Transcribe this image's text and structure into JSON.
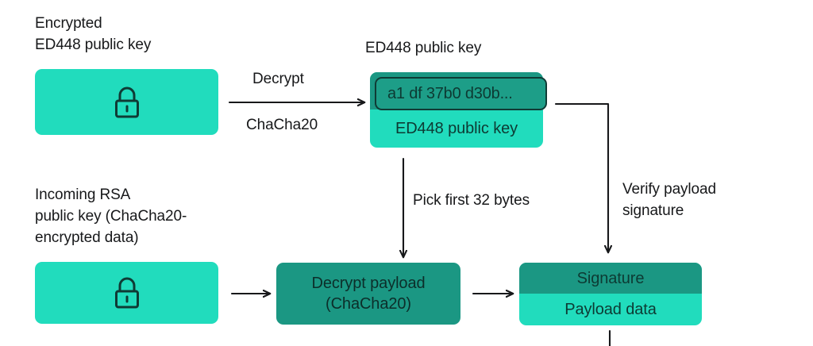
{
  "diagram": {
    "title": "ED448 key decryption and payload signature verification flow",
    "colors": {
      "teal_light": "#21dcbd",
      "teal_dark": "#1b9783",
      "teal_chip": "#1d9e88",
      "text_dark": "#17181a",
      "text_on_teal": "#0d3a33",
      "stroke": "#17181a",
      "background": "#ffffff"
    },
    "captions": {
      "encrypted_key": "Encrypted\nED448 public key",
      "ed448_public_key": "ED448 public key",
      "incoming_rsa": "Incoming RSA\npublic key (ChaCha20-\nencrypted data)"
    },
    "edge_labels": {
      "decrypt": "Decrypt",
      "chacha20": "ChaCha20",
      "pick_first_32_bytes": "Pick first 32 bytes",
      "verify_payload_signature": "Verify payload\nsignature"
    },
    "nodes": {
      "encrypted_key_box": {
        "icon": "lock-icon",
        "label": ""
      },
      "ed448_stack": {
        "hex_preview": "a1 df 37b0 d30b...",
        "bottom_label": "ED448 public key"
      },
      "incoming_rsa_box": {
        "icon": "lock-icon",
        "label": ""
      },
      "decrypt_payload_box": {
        "label": "Decrypt payload\n(ChaCha20)"
      },
      "signature_stack": {
        "top_label": "Signature",
        "bottom_label": "Payload data"
      }
    },
    "icons": {
      "lock": "lock-icon",
      "arrow_right": "arrow-right-icon",
      "arrow_down": "arrow-down-icon",
      "elbow_connector": "elbow-connector-icon"
    }
  }
}
